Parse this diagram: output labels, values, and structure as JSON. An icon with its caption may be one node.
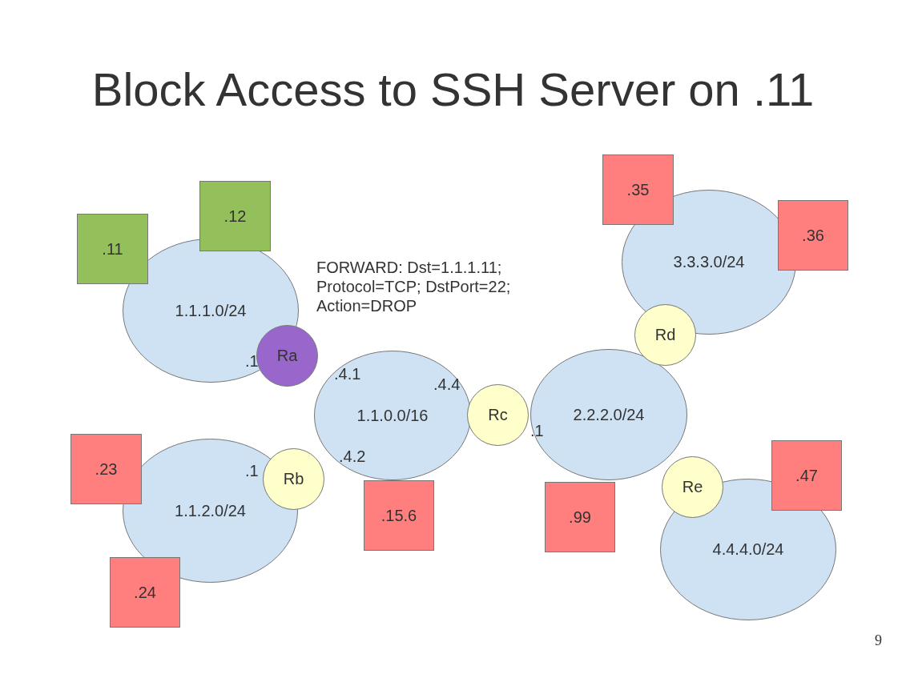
{
  "diagram": {
    "title": "Block Access to SSH Server on .11",
    "nodes": [
      {
        "text": [
          ".35"
        ]
      },
      {
        "text": [
          ".12"
        ]
      },
      {
        "text": [
          ".36"
        ]
      },
      {
        "text": [
          ".11"
        ]
      },
      {
        "text": [
          "3.3.3.0/24"
        ]
      },
      {
        "text": [
          "1.1.1.0/24"
        ]
      },
      {
        "text": [
          "Rd"
        ]
      },
      {
        "text": [
          "Ra"
        ]
      },
      {
        "text": [
          "1.1.0.0/16"
        ]
      },
      {
        "text": [
          "Rc"
        ]
      },
      {
        "text": [
          "2.2.2.0/24"
        ]
      },
      {
        "text": [
          ".23"
        ]
      },
      {
        "text": [
          "Rb"
        ]
      },
      {
        "text": [
          ".47"
        ]
      },
      {
        "text": [
          "Re"
        ]
      },
      {
        "text": [
          ".15.6"
        ]
      },
      {
        "text": [
          ".99"
        ]
      },
      {
        "text": [
          "1.1.2.0/24"
        ]
      },
      {
        "text": [
          "4.4.4.0/24"
        ]
      },
      {
        "text": [
          ".24"
        ]
      }
    ],
    "labels": [
      "FORWARD: Dst=1.1.1.11; Protocol=TCP; DstPort=22; Action=DROP",
      ".1",
      ".4.1",
      ".4.4",
      ".1",
      ".1",
      ".4.2",
      "9"
    ]
  }
}
